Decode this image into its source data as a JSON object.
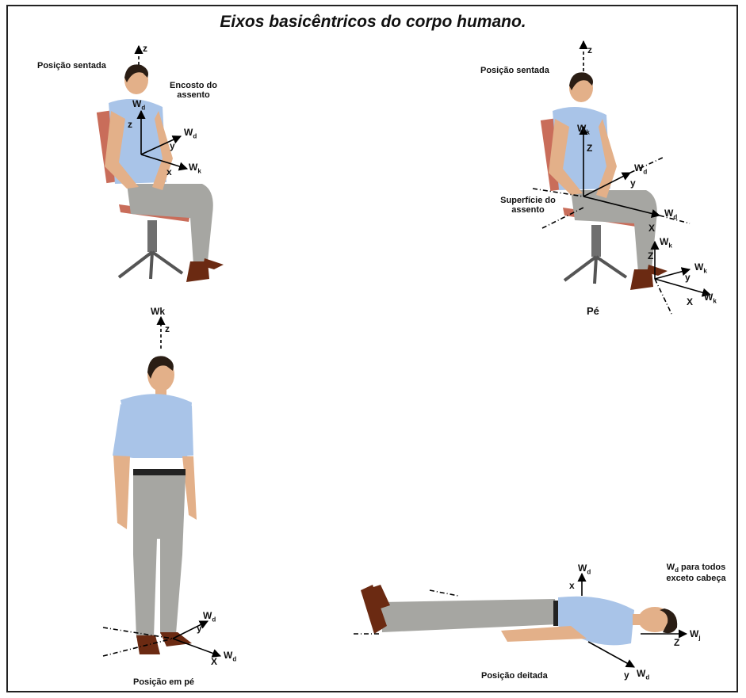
{
  "title": "Eixos basicêntricos do corpo humano.",
  "panels": {
    "seated_back": {
      "caption": "Posição sentada",
      "note_line1": "Encosto do",
      "note_line2": "assento",
      "axes": {
        "z_top": "z",
        "wd_main": "W",
        "wd_sub": "d",
        "z_small": "z",
        "y": "y",
        "x": "x",
        "wd_side": "W",
        "wd_side_sub": "d",
        "wk": "W",
        "wk_sub": "k"
      }
    },
    "seated_seat": {
      "caption": "Posição sentada",
      "note_line1": "Superfície do",
      "note_line2": "assento",
      "foot_label": "Pé",
      "axes": {
        "z_top": "z",
        "wk": "W",
        "wk_sub": "k",
        "z_mid": "Z",
        "wd1": "W",
        "wd1_sub": "d",
        "y1": "y",
        "wd2": "W",
        "wd2_sub": "d",
        "x1": "X",
        "wk_foot": "W",
        "wk_foot_sub": "k",
        "z_foot": "Z",
        "wk2": "W",
        "wk2_sub": "k",
        "y_foot": "y",
        "x_foot": "X",
        "wk3": "W",
        "wk3_sub": "k"
      }
    },
    "standing": {
      "caption": "Posição em pé",
      "axes": {
        "wk_top": "Wk",
        "z_top": "z",
        "wd": "W",
        "wd_sub": "d",
        "y": "y",
        "x": "X",
        "wd2": "W",
        "wd2_sub": "d"
      }
    },
    "lying": {
      "caption": "Posição deitada",
      "note_line1_pre": "W",
      "note_line1_sub": "d",
      "note_line1_post": " para todos",
      "note_line2": "exceto cabeça",
      "axes": {
        "wd_top": "W",
        "wd_top_sub": "d",
        "x": "x",
        "z": "Z",
        "wj": "W",
        "wj_sub": "j",
        "y": "y",
        "wd_bot": "W",
        "wd_bot_sub": "d"
      }
    }
  },
  "colors": {
    "shirt": "#a9c4e8",
    "pants": "#a6a6a2",
    "skin": "#e3b089",
    "hair": "#2a1d14",
    "shoe": "#6b2a12",
    "chair": "#c96d5a",
    "metal": "#6f6f6f"
  }
}
